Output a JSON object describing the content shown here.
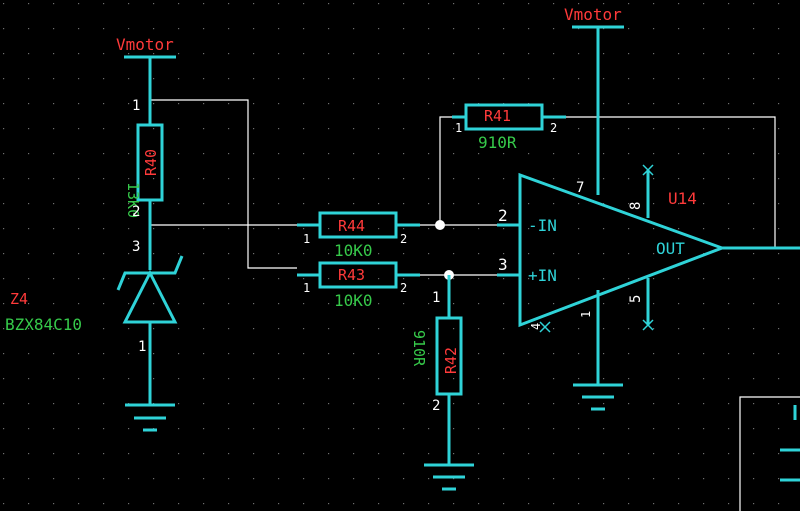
{
  "colors": {
    "background": "#000000",
    "grid": "#6f6f6f",
    "part": "#2fd3d8",
    "wire": "#ffffff",
    "net_label": "#ff3a3a",
    "ref_red": "#ff3a3a",
    "value_green": "#36c94a",
    "pin_number": "#ffffff"
  },
  "power": {
    "vmotor_left": "Vmotor",
    "vmotor_right": "Vmotor"
  },
  "r40": {
    "ref": "R40",
    "value": "13K0",
    "pin1": "1",
    "pin2": "2"
  },
  "z4": {
    "ref": "Z4",
    "value": "BZX84C10",
    "pin3": "3",
    "pin1": "1"
  },
  "r44": {
    "ref": "R44",
    "value": "10K0",
    "pin1": "1",
    "pin2": "2"
  },
  "r43": {
    "ref": "R43",
    "value": "10K0",
    "pin1": "1",
    "pin2": "2"
  },
  "r41": {
    "ref": "R41",
    "value": "910R",
    "pin1": "1",
    "pin2": "2"
  },
  "r42": {
    "ref": "R42",
    "value": "910R",
    "pin1": "1",
    "pin2": "2"
  },
  "u14": {
    "ref": "U14",
    "in_neg": "-IN",
    "in_pos": "+IN",
    "out": "OUT",
    "pin_neg": "2",
    "pin_pos": "3",
    "pin_v": "7",
    "pin_8": "8",
    "pin_5": "5",
    "pin_1": "1",
    "pin_4": "4"
  }
}
